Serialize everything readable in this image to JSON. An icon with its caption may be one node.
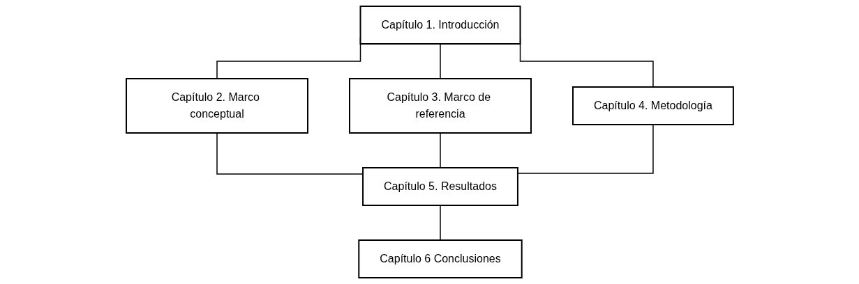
{
  "diagram": {
    "nodes": [
      {
        "text": [
          "Capítulo 1. Introducción"
        ]
      },
      {
        "text": [
          "Capítulo 2. Marco conceptual"
        ]
      },
      {
        "text": [
          "Capítulo 3. Marco de referencia"
        ]
      },
      {
        "text": [
          "Capítulo 4. Metodología"
        ]
      },
      {
        "text": [
          "Capítulo 5. Resultados"
        ]
      },
      {
        "text": [
          "Capítulo 6 Conclusiones"
        ]
      }
    ],
    "edges": [
      {
        "from": 0,
        "to": 1,
        "arrow": "none"
      },
      {
        "from": 0,
        "to": 2,
        "arrow": "none"
      },
      {
        "from": 0,
        "to": 3,
        "arrow": "none"
      },
      {
        "from": 1,
        "to": 4,
        "arrow": "none"
      },
      {
        "from": 2,
        "to": 4,
        "arrow": "none"
      },
      {
        "from": 3,
        "to": 4,
        "arrow": "none"
      },
      {
        "from": 4,
        "to": 5,
        "arrow": "none"
      }
    ]
  }
}
